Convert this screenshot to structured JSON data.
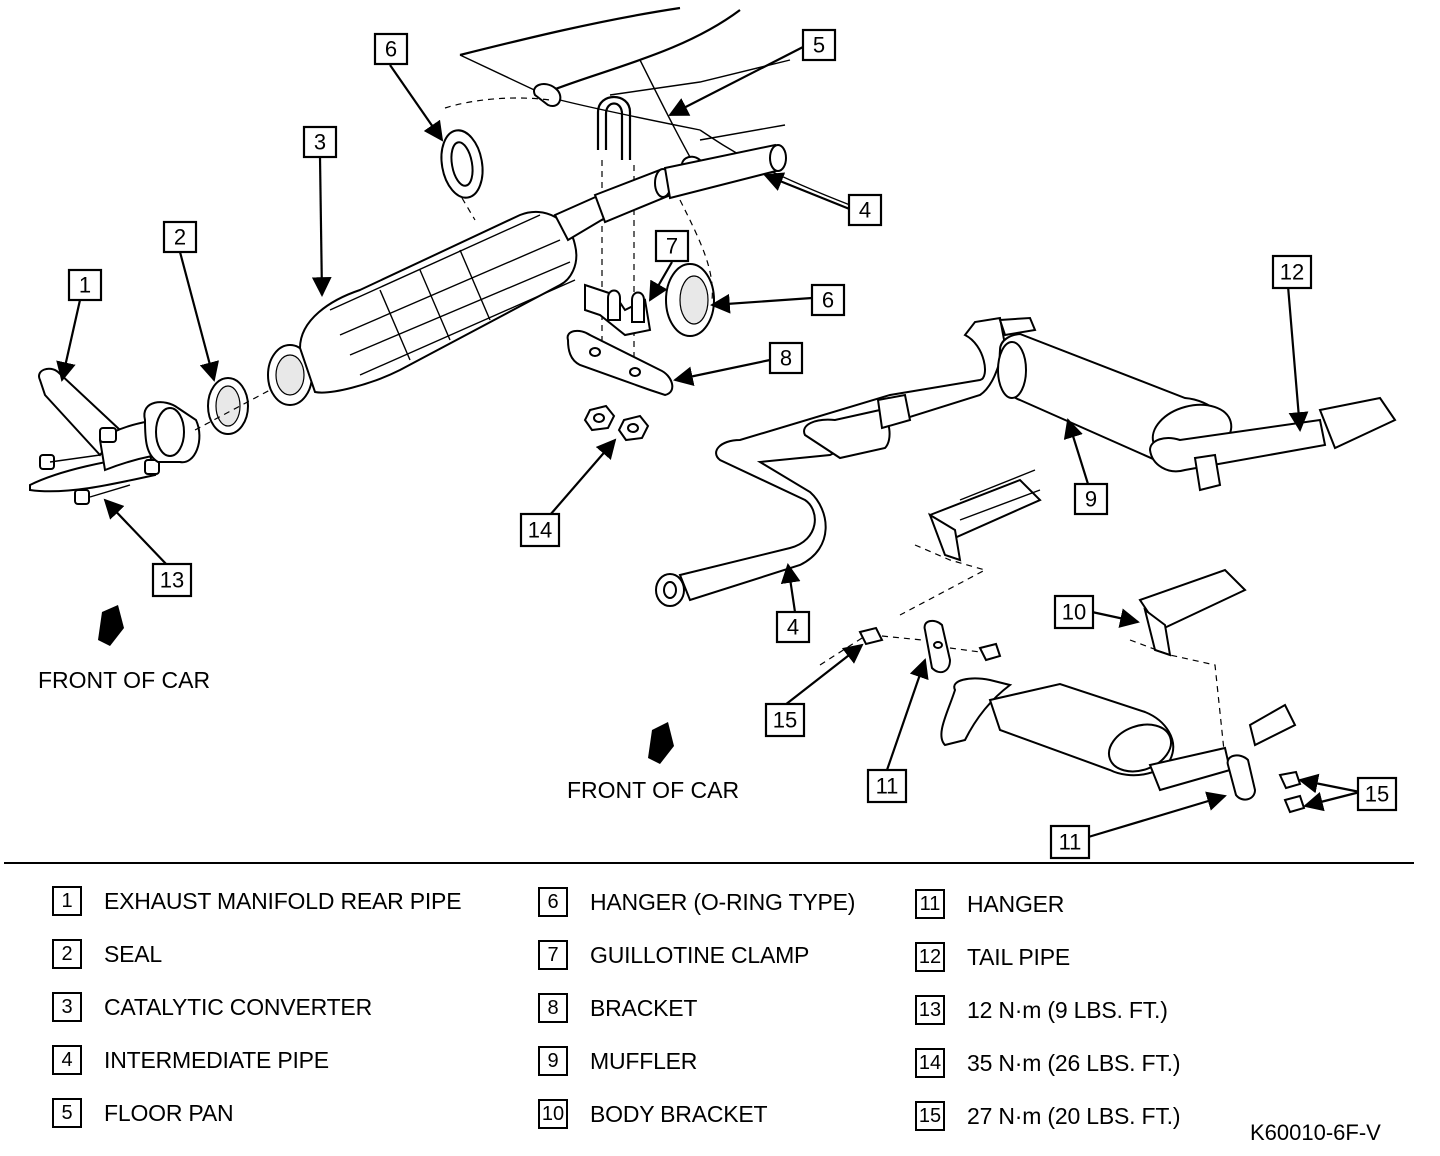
{
  "front_label": "FRONT OF CAR",
  "figure_id": "K60010-6F-V",
  "callouts": [
    "1",
    "2",
    "3",
    "4",
    "4",
    "5",
    "6",
    "6",
    "7",
    "8",
    "9",
    "10",
    "11",
    "11",
    "12",
    "13",
    "14",
    "15",
    "15"
  ],
  "legend": [
    {
      "num": "1",
      "text": "EXHAUST MANIFOLD REAR PIPE"
    },
    {
      "num": "2",
      "text": "SEAL"
    },
    {
      "num": "3",
      "text": "CATALYTIC CONVERTER"
    },
    {
      "num": "4",
      "text": "INTERMEDIATE PIPE"
    },
    {
      "num": "5",
      "text": "FLOOR PAN"
    },
    {
      "num": "6",
      "text": "HANGER (O-RING TYPE)"
    },
    {
      "num": "7",
      "text": "GUILLOTINE CLAMP"
    },
    {
      "num": "8",
      "text": "BRACKET"
    },
    {
      "num": "9",
      "text": "MUFFLER"
    },
    {
      "num": "10",
      "text": "BODY BRACKET"
    },
    {
      "num": "11",
      "text": "HANGER"
    },
    {
      "num": "12",
      "text": "TAIL PIPE"
    },
    {
      "num": "13",
      "text": "12 N·m (9 LBS. FT.)"
    },
    {
      "num": "14",
      "text": "35 N·m (26 LBS. FT.)"
    },
    {
      "num": "15",
      "text": "27 N·m (20 LBS. FT.)"
    }
  ]
}
